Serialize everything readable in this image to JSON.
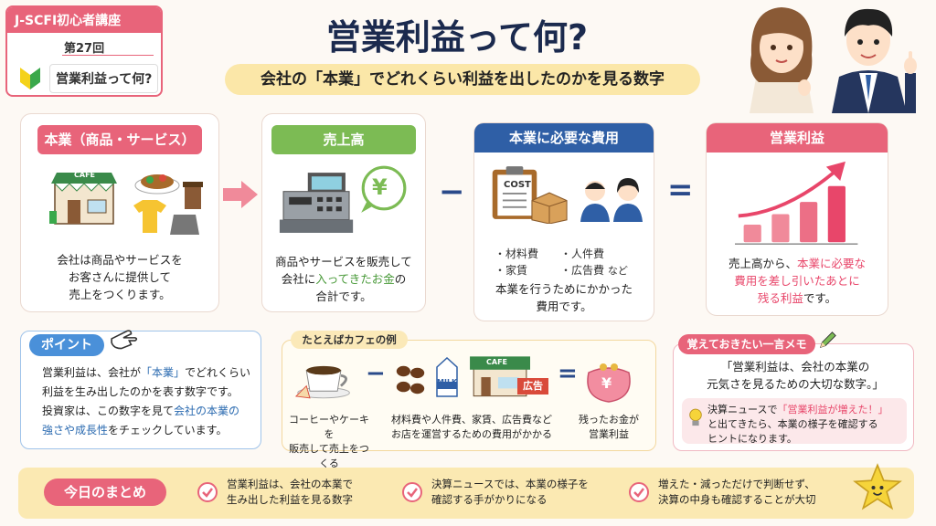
{
  "badge": {
    "series": "J-SCFI初心者講座",
    "episode": "第27回",
    "topic": "営業利益って何?"
  },
  "title": "営業利益って何?",
  "subtitle": "会社の「本業」でどれくらい利益を出したのかを見る数字",
  "cards": {
    "business": {
      "head": "本業（商品・サービス）",
      "sign": "CAFE",
      "lines": [
        "会社は商品やサービスを",
        "お客さんに提供して",
        "売上をつくります。"
      ]
    },
    "sales": {
      "head": "売上高",
      "yen": "¥",
      "line1": "商品やサービスを販売して",
      "line2_pre": "会社に",
      "line2_hl": "入ってきたお金",
      "line2_post": "の",
      "line3": "合計です。"
    },
    "costs": {
      "head": "本業に必要な費用",
      "cost_label": "COST",
      "items": [
        "・材料費",
        "・人件費",
        "・家賃",
        "・広告費"
      ],
      "items_suffix": "など",
      "lines": [
        "本業を行うためにかかった",
        "費用です。"
      ]
    },
    "profit": {
      "head": "営業利益",
      "line1_pre": "売上高から、",
      "line1_hl": "本業に必要な",
      "line2_hl": "費用を差し引いたあとに",
      "line3_hl": "残る利益",
      "line3_post": "です。"
    }
  },
  "colors": {
    "business": "#e8647a",
    "sales": "#7cbb54",
    "costs": "#2f5fa6",
    "profit": "#e8647a"
  },
  "operators": {
    "minus": "−",
    "equals": "="
  },
  "point": {
    "tag": "ポイント",
    "l1_pre": "営業利益は、会社が",
    "l1_hl": "「本業」",
    "l1_post": "でどれくらい",
    "l2": "利益を生み出したのかを表す数字です。",
    "l3_pre": "投資家は、この数字を見て",
    "l3_hl": "会社の本業の",
    "l4_hl": "強さや成長性",
    "l4_post": "をチェックしています。"
  },
  "cafe": {
    "tag": "たとえばカフェの例",
    "cap1": [
      "コーヒーやケーキを",
      "販売して売上をつくる"
    ],
    "cap2": [
      "材料費や人件費、家賃、広告費など",
      "お店を運営するための費用がかかる"
    ],
    "cap3": [
      "残ったお金が",
      "営業利益"
    ],
    "milk": "MILK",
    "sign": "CAFE",
    "ad": "広告",
    "yen": "¥"
  },
  "memo": {
    "tag": "覚えておきたい一言メモ",
    "l1": "「営業利益は、会社の本業の",
    "l2": "元気さを見るための大切な数字。」",
    "note_pre": "決算ニュースで",
    "note_hl": "「営業利益が増えた！」",
    "note_l2": "と出てきたら、本業の様子を確認する",
    "note_l3": "ヒントになります。"
  },
  "summary": {
    "tag": "今日のまとめ",
    "items": [
      [
        "営業利益は、会社の本業で",
        "生み出した利益を見る数字"
      ],
      [
        "決算ニュースでは、本業の様子を",
        "確認する手がかりになる"
      ],
      [
        "増えた・減っただけで判断せず、",
        "決算の中身も確認することが大切"
      ]
    ]
  }
}
